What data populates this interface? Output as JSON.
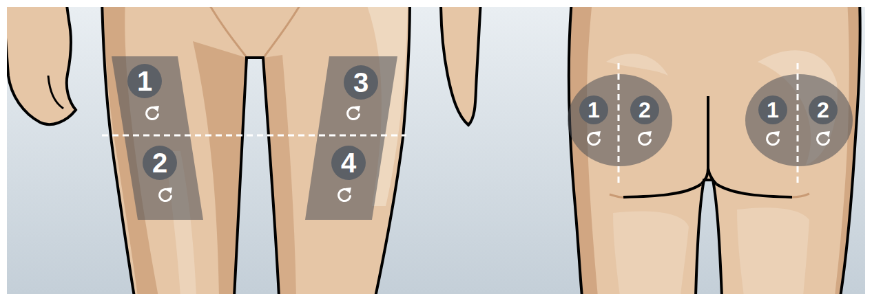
{
  "diagram": {
    "nodes": [
      {
        "text": [
          "1"
        ]
      },
      {
        "text": [
          "2"
        ]
      },
      {
        "text": [
          "3"
        ]
      },
      {
        "text": [
          "4"
        ]
      },
      {
        "text": [
          "1"
        ]
      },
      {
        "text": [
          "2"
        ]
      },
      {
        "text": [
          "1"
        ]
      },
      {
        "text": [
          "2"
        ]
      }
    ]
  }
}
